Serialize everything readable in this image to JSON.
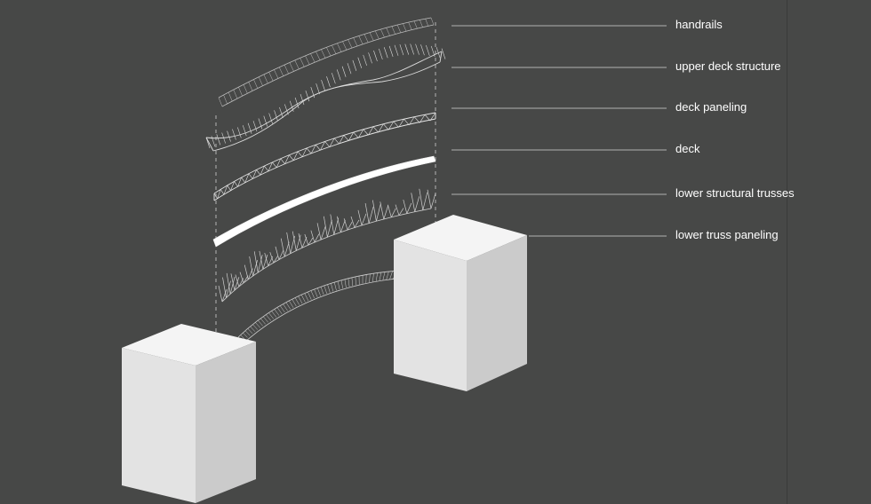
{
  "diagram": {
    "labels": {
      "handrails": "handrails",
      "upper_deck_structure": "upper deck structure",
      "deck_paneling": "deck paneling",
      "deck": "deck",
      "lower_structural_trusses": "lower structural trusses",
      "lower_truss_paneling": "lower truss paneling"
    },
    "colors": {
      "background": "#474847",
      "block_top": "#f4f4f4",
      "block_left": "#e2e2e2",
      "block_right": "#c9c9c9",
      "line": "#d6d6d6",
      "label_text": "#ffffff"
    }
  }
}
